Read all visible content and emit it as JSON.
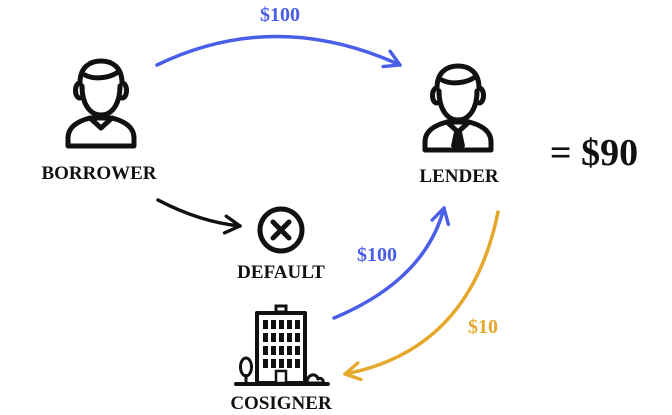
{
  "nodes": {
    "borrower": {
      "label": "BORROWER",
      "icon": "person-icon"
    },
    "lender": {
      "label": "LENDER",
      "icon": "person-with-tie-icon"
    },
    "default": {
      "label": "DEFAULT",
      "icon": "x-circle-icon"
    },
    "cosigner": {
      "label": "COSIGNER",
      "icon": "office-building-icon"
    }
  },
  "flows": {
    "borrower_to_lender": {
      "amount": "$100",
      "color": "#4a5ee8"
    },
    "borrower_to_default": {
      "color": "#111111"
    },
    "cosigner_to_lender": {
      "amount": "$100",
      "color": "#4a5ee8"
    },
    "lender_to_cosigner": {
      "amount": "$10",
      "color": "#e6a82c"
    }
  },
  "result": {
    "text": "= $90"
  }
}
